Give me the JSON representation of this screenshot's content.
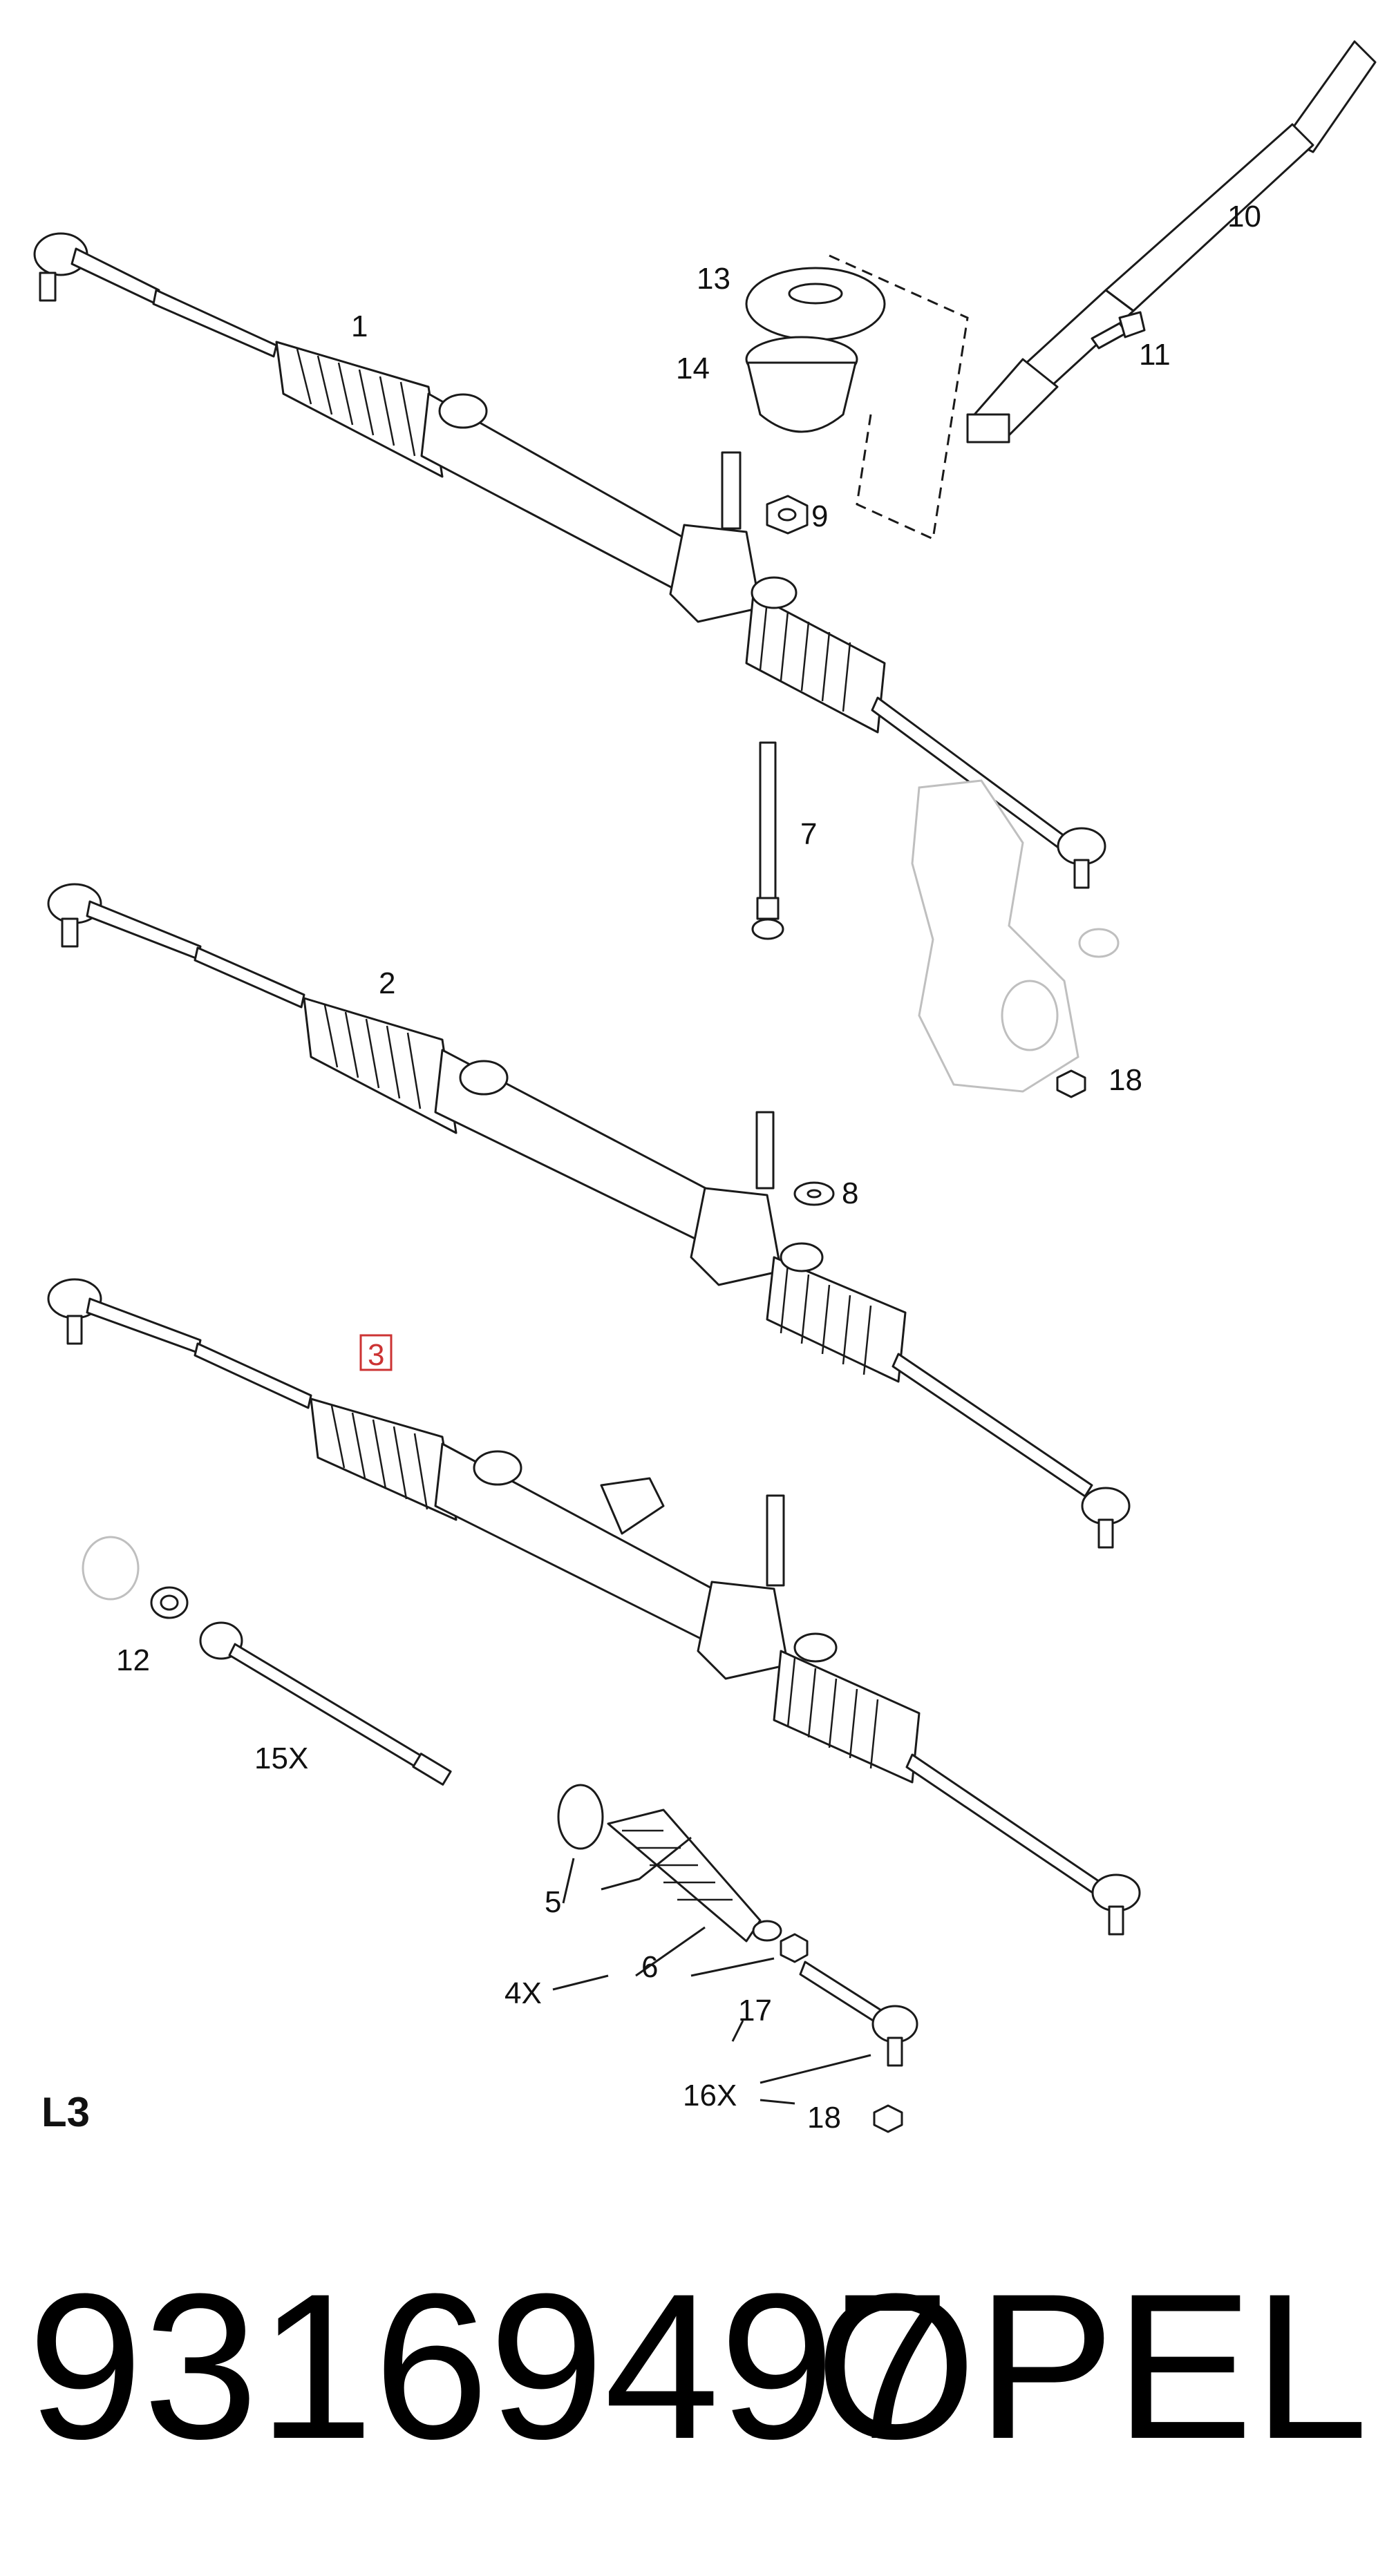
{
  "diagram": {
    "callouts": {
      "c1": "1",
      "c2": "2",
      "c3": "3",
      "c4x": "4X",
      "c5": "5",
      "c6": "6",
      "c7": "7",
      "c8": "8",
      "c9": "9",
      "c10": "10",
      "c11": "11",
      "c12": "12",
      "c13": "13",
      "c14": "14",
      "c15x": "15X",
      "c16x": "16X",
      "c17": "17",
      "c18a": "18",
      "c18b": "18"
    },
    "highlighted_callout": "3",
    "section_label": "L3"
  },
  "footer": {
    "part_number": "93169497",
    "brand": "OPEL"
  },
  "colors": {
    "ink": "#1a1a1a",
    "highlight": "#cc3333",
    "faint_part": "#bfbfbf"
  }
}
